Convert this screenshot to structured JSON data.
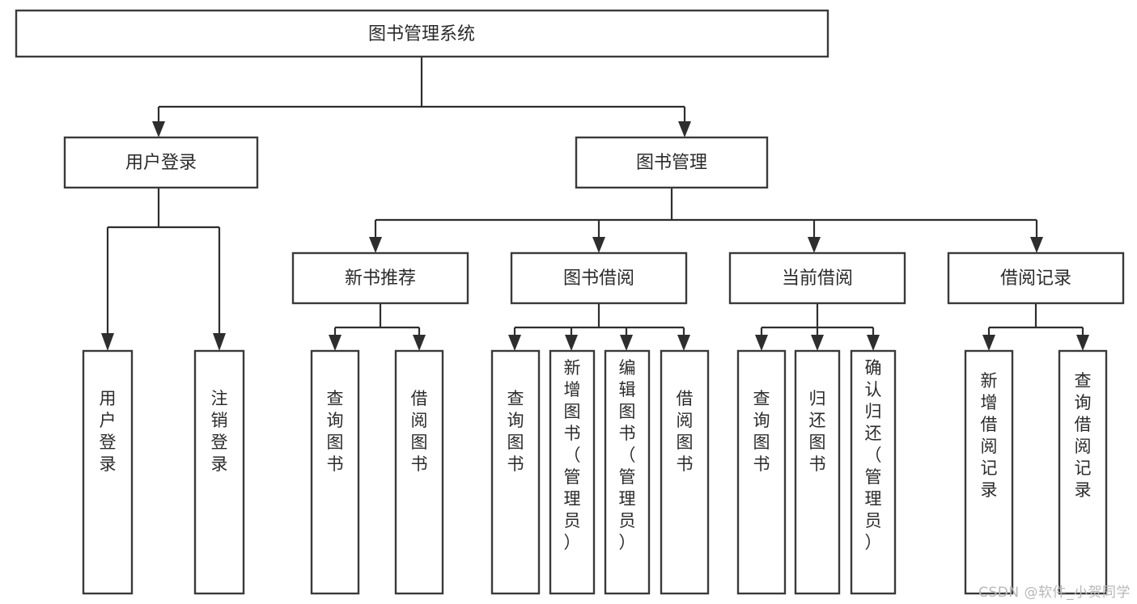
{
  "diagram": {
    "title": "图书管理系统",
    "type": "tree-hierarchy",
    "root": {
      "label": "图书管理系统",
      "orientation": "horizontal"
    },
    "level2": [
      {
        "label": "用户登录",
        "orientation": "horizontal"
      },
      {
        "label": "图书管理",
        "orientation": "horizontal"
      }
    ],
    "level3": [
      {
        "label": "新书推荐",
        "orientation": "horizontal",
        "parent": "图书管理"
      },
      {
        "label": "图书借阅",
        "orientation": "horizontal",
        "parent": "图书管理"
      },
      {
        "label": "当前借阅",
        "orientation": "horizontal",
        "parent": "图书管理"
      },
      {
        "label": "借阅记录",
        "orientation": "horizontal",
        "parent": "图书管理"
      }
    ],
    "leaves": [
      {
        "label": "用户登录",
        "parent": "用户登录",
        "orientation": "vertical"
      },
      {
        "label": "注销登录",
        "parent": "用户登录",
        "orientation": "vertical"
      },
      {
        "label": "查询图书",
        "parent": "新书推荐",
        "orientation": "vertical"
      },
      {
        "label": "借阅图书",
        "parent": "新书推荐",
        "orientation": "vertical"
      },
      {
        "label": "查询图书",
        "parent": "图书借阅",
        "orientation": "vertical"
      },
      {
        "label": "新增图书（管理员）",
        "parent": "图书借阅",
        "orientation": "vertical"
      },
      {
        "label": "编辑图书（管理员）",
        "parent": "图书借阅",
        "orientation": "vertical"
      },
      {
        "label": "借阅图书",
        "parent": "图书借阅",
        "orientation": "vertical"
      },
      {
        "label": "查询图书",
        "parent": "当前借阅",
        "orientation": "vertical"
      },
      {
        "label": "归还图书",
        "parent": "当前借阅",
        "orientation": "vertical"
      },
      {
        "label": "确认归还（管理员）",
        "parent": "当前借阅",
        "orientation": "vertical"
      },
      {
        "label": "新增借阅记录",
        "parent": "借阅记录",
        "orientation": "vertical"
      },
      {
        "label": "查询借阅记录",
        "parent": "借阅记录",
        "orientation": "vertical"
      }
    ],
    "colors": {
      "box_stroke": "#3a3a3a",
      "connector": "#2e2e2e",
      "text": "#2b2b2b",
      "background": "#ffffff",
      "watermark": "#b8b8b8"
    }
  },
  "watermark": {
    "text": "CSDN @软件_小贺同学"
  }
}
